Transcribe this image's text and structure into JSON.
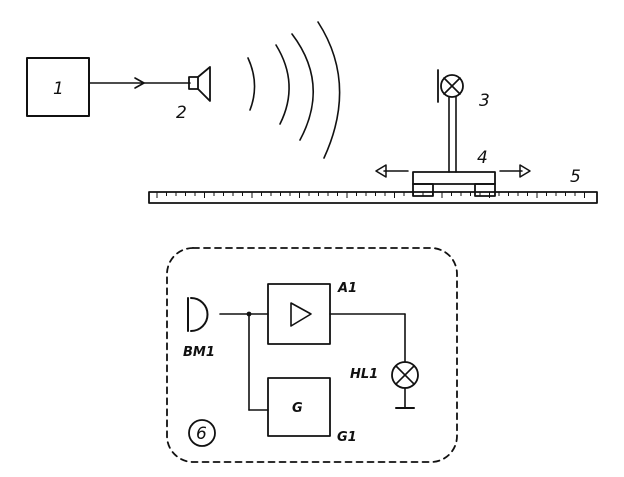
{
  "diagram": {
    "labels": {
      "generator": "1",
      "speaker": "2",
      "lamp": "3",
      "carriage": "4",
      "rail": "5",
      "circuit": "6",
      "microphone": "BM1",
      "amplifier": "A1",
      "indicator_lamp": "HL1",
      "oscillator": "G1",
      "oscillator_symbol": "G"
    }
  }
}
